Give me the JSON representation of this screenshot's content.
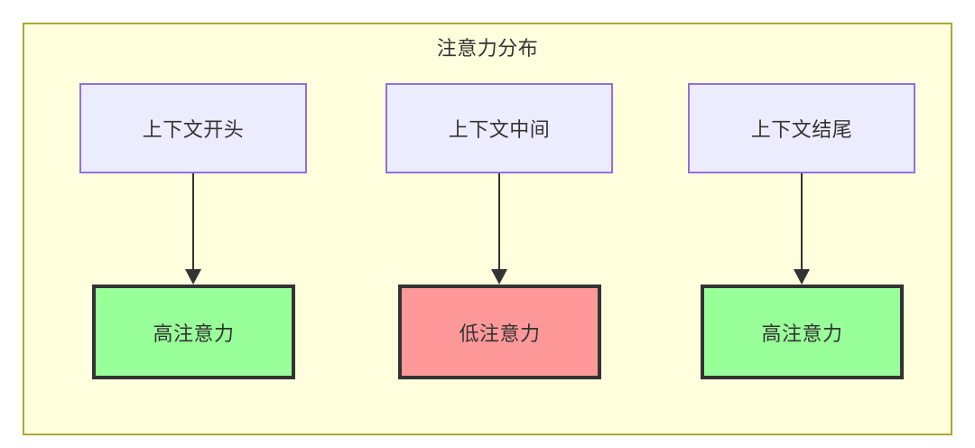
{
  "diagram": {
    "title": "注意力分布",
    "container": {
      "fill": "#ffffde",
      "border": "#aaaa33"
    },
    "columns": [
      {
        "id": "start",
        "source": {
          "label": "上下文开头",
          "fill": "#ececff",
          "border": "#9370db"
        },
        "target": {
          "label": "高注意力",
          "fill": "#99ff99",
          "border": "#333333"
        }
      },
      {
        "id": "middle",
        "source": {
          "label": "上下文中间",
          "fill": "#ececff",
          "border": "#9370db"
        },
        "target": {
          "label": "低注意力",
          "fill": "#ff9999",
          "border": "#333333"
        }
      },
      {
        "id": "end",
        "source": {
          "label": "上下文结尾",
          "fill": "#ececff",
          "border": "#9370db"
        },
        "target": {
          "label": "高注意力",
          "fill": "#99ff99",
          "border": "#333333"
        }
      }
    ],
    "edges": [
      {
        "from": "上下文开头",
        "to": "高注意力",
        "label": ""
      },
      {
        "from": "上下文中间",
        "to": "低注意力",
        "label": ""
      },
      {
        "from": "上下文结尾",
        "to": "高注意力",
        "label": ""
      }
    ],
    "arrow_color": "#333333"
  }
}
